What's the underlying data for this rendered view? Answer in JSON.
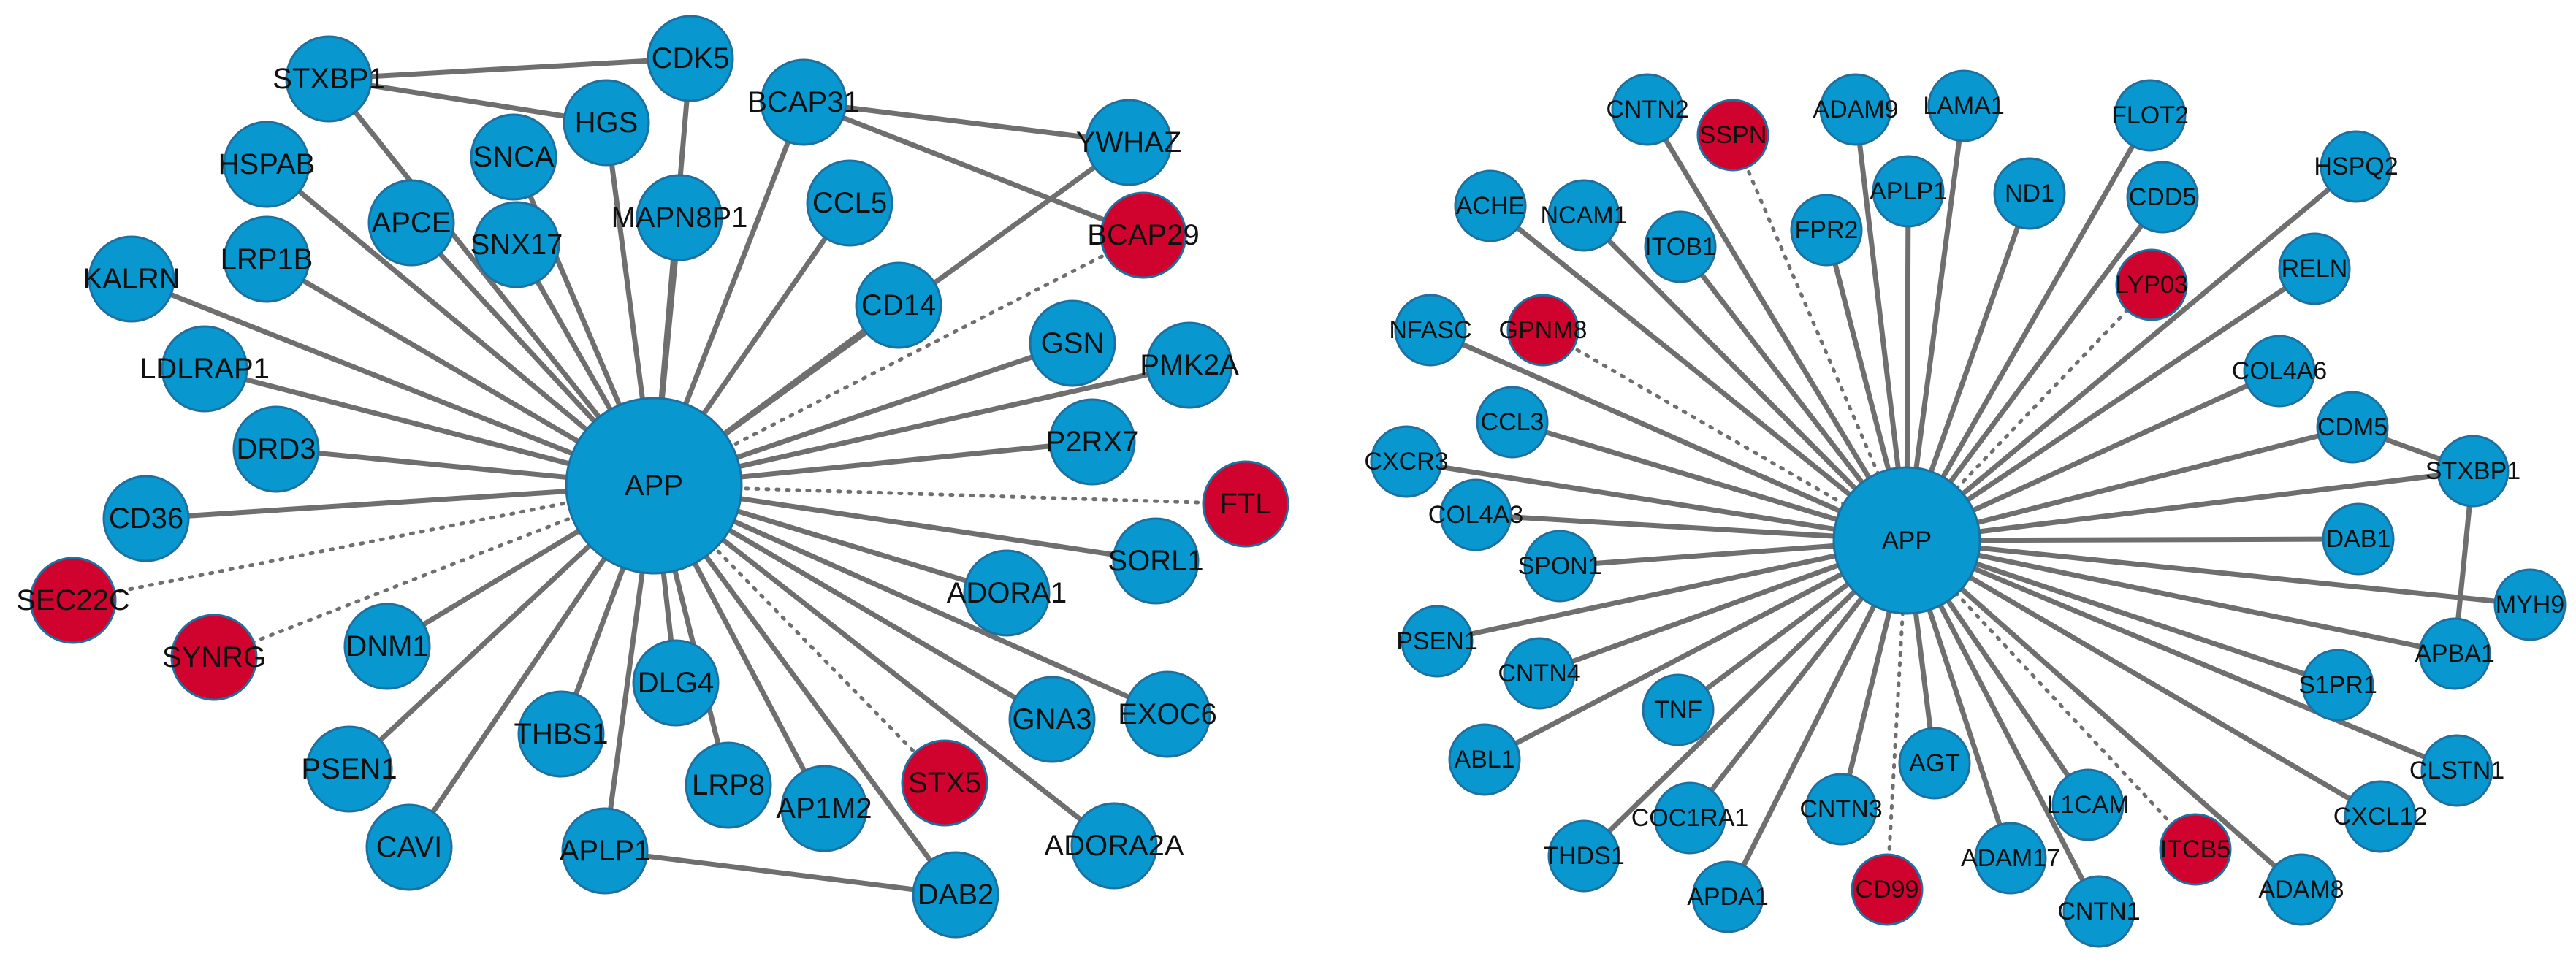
{
  "colors": {
    "default_node": "#0897CF",
    "highlight_node": "#D0022E",
    "edge": "#6f6f6f"
  },
  "networks": [
    {
      "id": "network-1",
      "hub": "APP",
      "nodes": [
        {
          "id": "APP",
          "label": "APP",
          "hub": true
        },
        {
          "id": "STXBP1",
          "label": "STXBP1"
        },
        {
          "id": "CDK5",
          "label": "CDK5"
        },
        {
          "id": "HGS",
          "label": "HGS"
        },
        {
          "id": "BCAP31",
          "label": "BCAP31"
        },
        {
          "id": "YWHAZ",
          "label": "YWHAZ"
        },
        {
          "id": "HSPAB",
          "label": "HSPAB"
        },
        {
          "id": "SNCA",
          "label": "SNCA"
        },
        {
          "id": "APCE",
          "label": "APCE"
        },
        {
          "id": "MAPN8P1",
          "label": "MAPN8P1"
        },
        {
          "id": "CCL5",
          "label": "CCL5"
        },
        {
          "id": "BCAP29",
          "label": "BCAP29",
          "highlight": true
        },
        {
          "id": "LRP1B",
          "label": "LRP1B"
        },
        {
          "id": "SNX17",
          "label": "SNX17"
        },
        {
          "id": "CD14",
          "label": "CD14"
        },
        {
          "id": "KALRN",
          "label": "KALRN"
        },
        {
          "id": "GSN",
          "label": "GSN"
        },
        {
          "id": "PMK2A",
          "label": "PMK2A"
        },
        {
          "id": "LDLRAP1",
          "label": "LDLRAP1"
        },
        {
          "id": "DRD3",
          "label": "DRD3"
        },
        {
          "id": "P2RX7",
          "label": "P2RX7"
        },
        {
          "id": "FTL",
          "label": "FTL",
          "highlight": true
        },
        {
          "id": "CD36",
          "label": "CD36"
        },
        {
          "id": "SORL1",
          "label": "SORL1"
        },
        {
          "id": "SEC22C",
          "label": "SEC22C",
          "highlight": true
        },
        {
          "id": "ADORA1",
          "label": "ADORA1"
        },
        {
          "id": "SYNRG",
          "label": "SYNRG",
          "highlight": true
        },
        {
          "id": "DNM1",
          "label": "DNM1"
        },
        {
          "id": "DLG4",
          "label": "DLG4"
        },
        {
          "id": "EXOC6",
          "label": "EXOC6"
        },
        {
          "id": "GNA3",
          "label": "GNA3"
        },
        {
          "id": "THBS1",
          "label": "THBS1"
        },
        {
          "id": "PSEN1",
          "label": "PSEN1"
        },
        {
          "id": "LRP8",
          "label": "LRP8"
        },
        {
          "id": "AP1M2",
          "label": "AP1M2"
        },
        {
          "id": "STX5",
          "label": "STX5",
          "highlight": true
        },
        {
          "id": "CAVI",
          "label": "CAVI"
        },
        {
          "id": "APLP1",
          "label": "APLP1"
        },
        {
          "id": "ADORA2A",
          "label": "ADORA2A"
        },
        {
          "id": "DAB2",
          "label": "DAB2"
        }
      ],
      "edges": [
        {
          "source": "APP",
          "target": "STXBP1"
        },
        {
          "source": "APP",
          "target": "CDK5"
        },
        {
          "source": "APP",
          "target": "HGS"
        },
        {
          "source": "APP",
          "target": "BCAP31"
        },
        {
          "source": "APP",
          "target": "HSPAB"
        },
        {
          "source": "APP",
          "target": "SNCA"
        },
        {
          "source": "APP",
          "target": "APCE"
        },
        {
          "source": "APP",
          "target": "MAPN8P1"
        },
        {
          "source": "APP",
          "target": "CCL5"
        },
        {
          "source": "APP",
          "target": "BCAP29",
          "dotted": true
        },
        {
          "source": "APP",
          "target": "LRP1B"
        },
        {
          "source": "APP",
          "target": "SNX17"
        },
        {
          "source": "APP",
          "target": "CD14"
        },
        {
          "source": "APP",
          "target": "KALRN"
        },
        {
          "source": "APP",
          "target": "GSN"
        },
        {
          "source": "APP",
          "target": "PMK2A"
        },
        {
          "source": "APP",
          "target": "LDLRAP1"
        },
        {
          "source": "APP",
          "target": "DRD3"
        },
        {
          "source": "APP",
          "target": "P2RX7"
        },
        {
          "source": "APP",
          "target": "FTL",
          "dotted": true
        },
        {
          "source": "APP",
          "target": "CD36"
        },
        {
          "source": "APP",
          "target": "SORL1"
        },
        {
          "source": "APP",
          "target": "SEC22C",
          "dotted": true
        },
        {
          "source": "APP",
          "target": "ADORA1"
        },
        {
          "source": "APP",
          "target": "SYNRG",
          "dotted": true
        },
        {
          "source": "APP",
          "target": "DNM1"
        },
        {
          "source": "APP",
          "target": "DLG4"
        },
        {
          "source": "APP",
          "target": "EXOC6"
        },
        {
          "source": "APP",
          "target": "GNA3"
        },
        {
          "source": "APP",
          "target": "THBS1"
        },
        {
          "source": "APP",
          "target": "PSEN1"
        },
        {
          "source": "APP",
          "target": "LRP8"
        },
        {
          "source": "APP",
          "target": "AP1M2"
        },
        {
          "source": "APP",
          "target": "STX5",
          "dotted": true
        },
        {
          "source": "APP",
          "target": "CAVI"
        },
        {
          "source": "APP",
          "target": "APLP1"
        },
        {
          "source": "APP",
          "target": "ADORA2A"
        },
        {
          "source": "APP",
          "target": "DAB2"
        },
        {
          "source": "APP",
          "target": "YWHAZ"
        },
        {
          "source": "STXBP1",
          "target": "CDK5"
        },
        {
          "source": "STXBP1",
          "target": "HGS"
        },
        {
          "source": "BCAP31",
          "target": "YWHAZ"
        },
        {
          "source": "BCAP31",
          "target": "BCAP29"
        },
        {
          "source": "APLP1",
          "target": "DAB2"
        }
      ]
    },
    {
      "id": "network-2",
      "hub": "APP",
      "nodes": [
        {
          "id": "APP",
          "label": "APP",
          "hub": true
        },
        {
          "id": "CNTN2",
          "label": "CNTN2"
        },
        {
          "id": "SSPN",
          "label": "SSPN",
          "highlight": true
        },
        {
          "id": "ADAM9",
          "label": "ADAM9"
        },
        {
          "id": "LAMA1",
          "label": "LAMA1"
        },
        {
          "id": "FLOT2",
          "label": "FLOT2"
        },
        {
          "id": "HSPQ2",
          "label": "HSPQ2"
        },
        {
          "id": "ACHE",
          "label": "ACHE"
        },
        {
          "id": "NCAM1",
          "label": "NCAM1"
        },
        {
          "id": "ITOB1",
          "label": "ITOB1"
        },
        {
          "id": "FPR2",
          "label": "FPR2"
        },
        {
          "id": "APLP1",
          "label": "APLP1"
        },
        {
          "id": "ND1",
          "label": "ND1"
        },
        {
          "id": "CDD5",
          "label": "CDD5"
        },
        {
          "id": "RELN",
          "label": "RELN"
        },
        {
          "id": "LYP03",
          "label": "LYP03",
          "highlight": true
        },
        {
          "id": "NFASC",
          "label": "NFASC"
        },
        {
          "id": "GPNM8",
          "label": "GPNM8",
          "highlight": true
        },
        {
          "id": "COL4A6",
          "label": "COL4A6"
        },
        {
          "id": "CCL3",
          "label": "CCL3"
        },
        {
          "id": "CDM5",
          "label": "CDM5"
        },
        {
          "id": "CXCR3",
          "label": "CXCR3"
        },
        {
          "id": "STXBP1",
          "label": "STXBP1"
        },
        {
          "id": "COL4A3",
          "label": "COL4A3"
        },
        {
          "id": "DAB1",
          "label": "DAB1"
        },
        {
          "id": "SPON1",
          "label": "SPON1"
        },
        {
          "id": "MYH9",
          "label": "MYH9"
        },
        {
          "id": "PSEN1",
          "label": "PSEN1"
        },
        {
          "id": "APBA1",
          "label": "APBA1"
        },
        {
          "id": "CNTN4",
          "label": "CNTN4"
        },
        {
          "id": "S1PR1",
          "label": "S1PR1"
        },
        {
          "id": "TNF",
          "label": "TNF"
        },
        {
          "id": "ABL1",
          "label": "ABL1"
        },
        {
          "id": "AGT",
          "label": "AGT"
        },
        {
          "id": "L1CAM",
          "label": "L1CAM"
        },
        {
          "id": "CLSTN1",
          "label": "CLSTN1"
        },
        {
          "id": "COC1RA1",
          "label": "COC1RA1"
        },
        {
          "id": "CNTN3",
          "label": "CNTN3"
        },
        {
          "id": "ITCB5",
          "label": "ITCB5",
          "highlight": true
        },
        {
          "id": "CXCL12",
          "label": "CXCL12"
        },
        {
          "id": "THDS1",
          "label": "THDS1"
        },
        {
          "id": "ADAM17",
          "label": "ADAM17"
        },
        {
          "id": "ADAM8",
          "label": "ADAM8"
        },
        {
          "id": "CD99",
          "label": "CD99",
          "highlight": true
        },
        {
          "id": "APDA1",
          "label": "APDA1"
        },
        {
          "id": "CNTN1",
          "label": "CNTN1"
        }
      ],
      "edges": [
        {
          "source": "APP",
          "target": "CNTN2"
        },
        {
          "source": "APP",
          "target": "SSPN",
          "dotted": true
        },
        {
          "source": "APP",
          "target": "ADAM9"
        },
        {
          "source": "APP",
          "target": "LAMA1"
        },
        {
          "source": "APP",
          "target": "FLOT2"
        },
        {
          "source": "APP",
          "target": "HSPQ2"
        },
        {
          "source": "APP",
          "target": "ACHE"
        },
        {
          "source": "APP",
          "target": "NCAM1"
        },
        {
          "source": "APP",
          "target": "ITOB1"
        },
        {
          "source": "APP",
          "target": "FPR2"
        },
        {
          "source": "APP",
          "target": "APLP1"
        },
        {
          "source": "APP",
          "target": "ND1"
        },
        {
          "source": "APP",
          "target": "CDD5"
        },
        {
          "source": "APP",
          "target": "RELN"
        },
        {
          "source": "APP",
          "target": "LYP03",
          "dotted": true
        },
        {
          "source": "APP",
          "target": "NFASC"
        },
        {
          "source": "APP",
          "target": "GPNM8",
          "dotted": true
        },
        {
          "source": "APP",
          "target": "COL4A6"
        },
        {
          "source": "APP",
          "target": "CCL3"
        },
        {
          "source": "APP",
          "target": "CDM5"
        },
        {
          "source": "APP",
          "target": "CXCR3"
        },
        {
          "source": "APP",
          "target": "STXBP1"
        },
        {
          "source": "APP",
          "target": "COL4A3"
        },
        {
          "source": "APP",
          "target": "DAB1"
        },
        {
          "source": "APP",
          "target": "SPON1"
        },
        {
          "source": "APP",
          "target": "MYH9"
        },
        {
          "source": "APP",
          "target": "PSEN1"
        },
        {
          "source": "APP",
          "target": "APBA1"
        },
        {
          "source": "APP",
          "target": "CNTN4"
        },
        {
          "source": "APP",
          "target": "S1PR1"
        },
        {
          "source": "APP",
          "target": "TNF"
        },
        {
          "source": "APP",
          "target": "ABL1"
        },
        {
          "source": "APP",
          "target": "AGT"
        },
        {
          "source": "APP",
          "target": "L1CAM"
        },
        {
          "source": "APP",
          "target": "CLSTN1"
        },
        {
          "source": "APP",
          "target": "COC1RA1"
        },
        {
          "source": "APP",
          "target": "CNTN3"
        },
        {
          "source": "APP",
          "target": "ITCB5",
          "dotted": true
        },
        {
          "source": "APP",
          "target": "CXCL12"
        },
        {
          "source": "APP",
          "target": "THDS1"
        },
        {
          "source": "APP",
          "target": "ADAM17"
        },
        {
          "source": "APP",
          "target": "ADAM8"
        },
        {
          "source": "APP",
          "target": "CD99",
          "dotted": true
        },
        {
          "source": "APP",
          "target": "APDA1"
        },
        {
          "source": "APP",
          "target": "CNTN1"
        },
        {
          "source": "CDM5",
          "target": "STXBP1"
        },
        {
          "source": "STXBP1",
          "target": "APBA1"
        }
      ]
    }
  ]
}
